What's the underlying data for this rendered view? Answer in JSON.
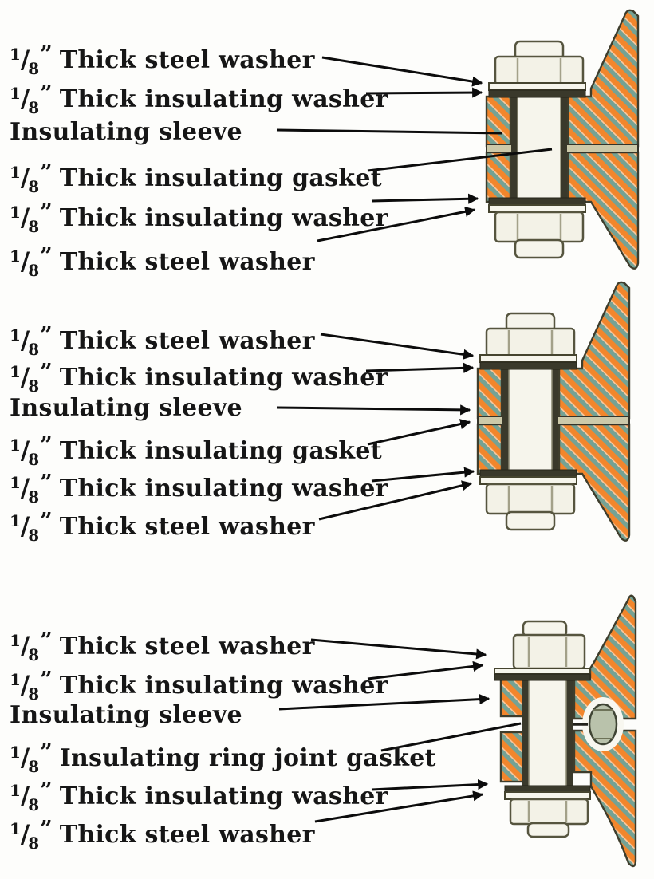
{
  "title": "Insulated flange bolt assemblies",
  "tokens": {
    "num": "1",
    "slash": "/",
    "den": "8",
    "quote": "”"
  },
  "colors": {
    "hatch_orange": "#f2862c",
    "hatch_teal": "#75a294",
    "flange_outline": "#3e3d2c",
    "metal_white": "#f6f5ec",
    "insulator_dark": "#3a392b",
    "gasket_band": "#ccc9a9",
    "ring_gasket": "#b9c2ab",
    "leader_line": "#0c0c0c",
    "label_text": "#161616"
  },
  "sections": [
    {
      "id": "flat-gasket-assembly-top",
      "labels": [
        {
          "frac": true,
          "text": "Thick steel washer"
        },
        {
          "frac": true,
          "text": "Thick insulating washer"
        },
        {
          "frac": false,
          "text": "Insulating sleeve"
        },
        {
          "frac": true,
          "text": "Thick insulating gasket"
        },
        {
          "frac": true,
          "text": "Thick insulating washer"
        },
        {
          "frac": true,
          "text": "Thick steel washer"
        }
      ]
    },
    {
      "id": "flat-gasket-assembly-middle",
      "labels": [
        {
          "frac": true,
          "text": "Thick steel washer"
        },
        {
          "frac": true,
          "text": "Thick insulating washer"
        },
        {
          "frac": false,
          "text": "Insulating sleeve"
        },
        {
          "frac": true,
          "text": "Thick insulating gasket"
        },
        {
          "frac": true,
          "text": "Thick insulating washer"
        },
        {
          "frac": true,
          "text": "Thick steel washer"
        }
      ]
    },
    {
      "id": "ring-joint-assembly-bottom",
      "labels": [
        {
          "frac": true,
          "text": "Thick steel washer"
        },
        {
          "frac": true,
          "text": "Thick insulating washer"
        },
        {
          "frac": false,
          "text": "Insulating sleeve"
        },
        {
          "frac": true,
          "text": "Insulating ring joint gasket"
        },
        {
          "frac": true,
          "text": "Thick insulating washer"
        },
        {
          "frac": true,
          "text": "Thick steel washer"
        }
      ]
    }
  ]
}
